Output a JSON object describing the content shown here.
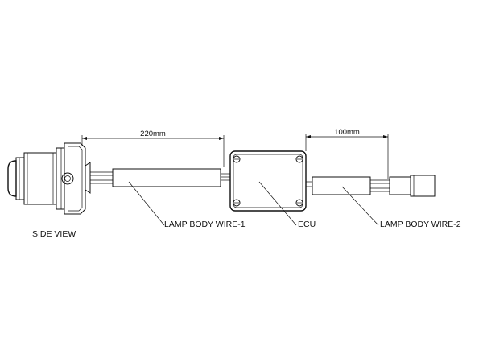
{
  "dimensions": {
    "wire1_length": "220mm",
    "wire2_length": "100mm"
  },
  "labels": {
    "side_view": "SIDE VIEW",
    "wire1": "LAMP BODY WIRE-1",
    "ecu": "ECU",
    "wire2": "LAMP BODY WIRE-2"
  },
  "colors": {
    "line": "#111111",
    "background": "#ffffff"
  }
}
